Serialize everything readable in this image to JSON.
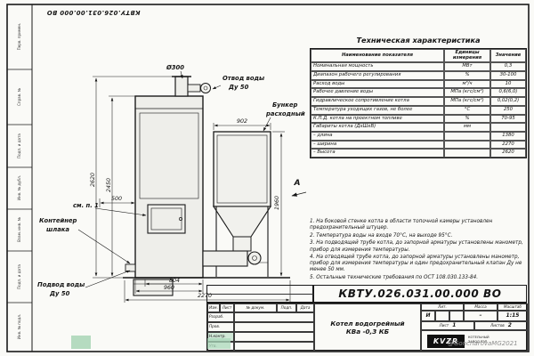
{
  "doc": {
    "number": "КВТУ.026.031.00.000 ВО",
    "watermark": "@GoncharovaMG2021"
  },
  "frame_labels": {
    "l0": "Перв. примен.",
    "l1": "Справ. №",
    "l2": "Подп. и дата",
    "l3": "Инв. № дубл.",
    "l4": "Взам. инв. №",
    "l5": "Подп. и дата",
    "l6": "Инв. № подл."
  },
  "drawing_labels": {
    "diameter": "Ø300",
    "outlet1": "Отвод воды",
    "outlet2": "Ду 50",
    "bunker1": "Бункер",
    "bunker2": "расходный",
    "see_note": "см. п. 1",
    "container1": "Контейнер",
    "container2": "шлака",
    "inlet1": "Подвод воды",
    "inlet2": "Ду 50",
    "view": "А"
  },
  "dims": {
    "d2450": "2450",
    "d2620": "2620",
    "d500": "500",
    "d902": "902",
    "d1960": "1960",
    "d804": "804",
    "d960": "960",
    "d2270": "2270"
  },
  "spec_table": {
    "title": "Техническая характеристика",
    "headers": {
      "name": "Наименование показателя",
      "units": "Единицы измерения",
      "value": "Значение"
    },
    "rows": [
      {
        "name": "Номинальная мощность",
        "units": "МВт",
        "value": "0,3"
      },
      {
        "name": "Диапазон рабочего регулирования",
        "units": "%",
        "value": "30-100"
      },
      {
        "name": "Расход воды",
        "units": "м³/ч",
        "value": "10"
      },
      {
        "name": "Рабочее давление воды",
        "units": "МПа (кгс/см²)",
        "value": "0,6(6,0)"
      },
      {
        "name": "Гидравлическое сопротивление котла",
        "units": "МПа (кгс/см²)",
        "value": "0,02(0,2)"
      },
      {
        "name": "Температура уходящих газов, не более",
        "units": "°С",
        "value": "250"
      },
      {
        "name": "К.П.Д. котла на проектном топливе",
        "units": "%",
        "value": "70-95"
      },
      {
        "name": "Габариты котла (ДхШхВ)",
        "units": "мм",
        "value": ""
      },
      {
        "name": "– длина",
        "units": "",
        "value": "1380"
      },
      {
        "name": "– ширина",
        "units": "",
        "value": "2270"
      },
      {
        "name": "– Высота",
        "units": "",
        "value": "2620"
      }
    ]
  },
  "notes": {
    "n1": "1. На боковой стенке котла в области топочной камеры установлен предохранительный штуцер.",
    "n2": "2. Температура воды на входе 70°С, на выходе 95°С.",
    "n3": "3. На подводящей трубе котла, до запорной арматуры установлены манометр, прибор для измерения температуры.",
    "n4": "4. На отводящей трубе котла, до запорной арматуры установлены манометр, прибор для измерения температуры и один предохранительный клапан Ду не менее 50 мм.",
    "n5": "5. Остальные технические требования по ОСТ 108.030.133-84."
  },
  "titleblock": {
    "doc_number": "КВТУ.026.031.00.000  ВО",
    "product_title1": "Котел водогрейный",
    "product_title2": "КВа -0,3 КБ",
    "col_izm": "Изм.",
    "col_list": "Лист",
    "col_doc": "№ докум.",
    "col_sign": "Подп.",
    "col_date": "Дата",
    "row_razrab": "Разраб.",
    "row_prov": "Пров.",
    "row_nkontr": "Н.контр.",
    "row_utv": "Утв.",
    "lit_label": "Лит.",
    "lit_value": "И",
    "mass_label": "Масса",
    "mass_value": "–",
    "scale_label": "Масштаб",
    "scale_value": "1:15",
    "sheet_label": "Лист",
    "sheet_value": "1",
    "sheets_label": "Листов",
    "sheets_value": "2",
    "logo": "KVZR",
    "logo_sub1": "КОТЕЛЬНЫЙ",
    "logo_sub2": "ЗАВОД РЭП"
  }
}
